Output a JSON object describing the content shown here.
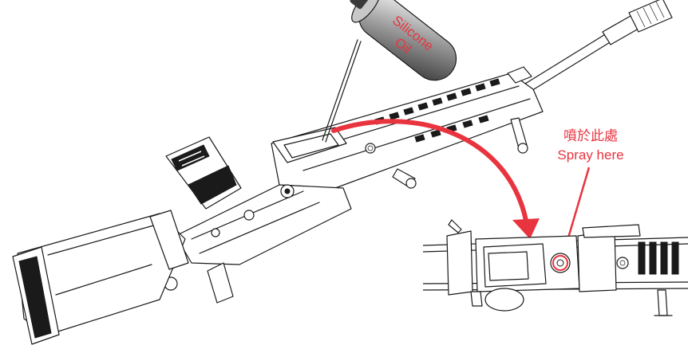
{
  "oil_can": {
    "line1": "Silicone",
    "line2": "Oil"
  },
  "callout": {
    "chinese": "噴於此處",
    "english": "Spray here"
  },
  "colors": {
    "accent": "#e8343f",
    "linework": "#1a1a1a",
    "background": "#ffffff"
  }
}
